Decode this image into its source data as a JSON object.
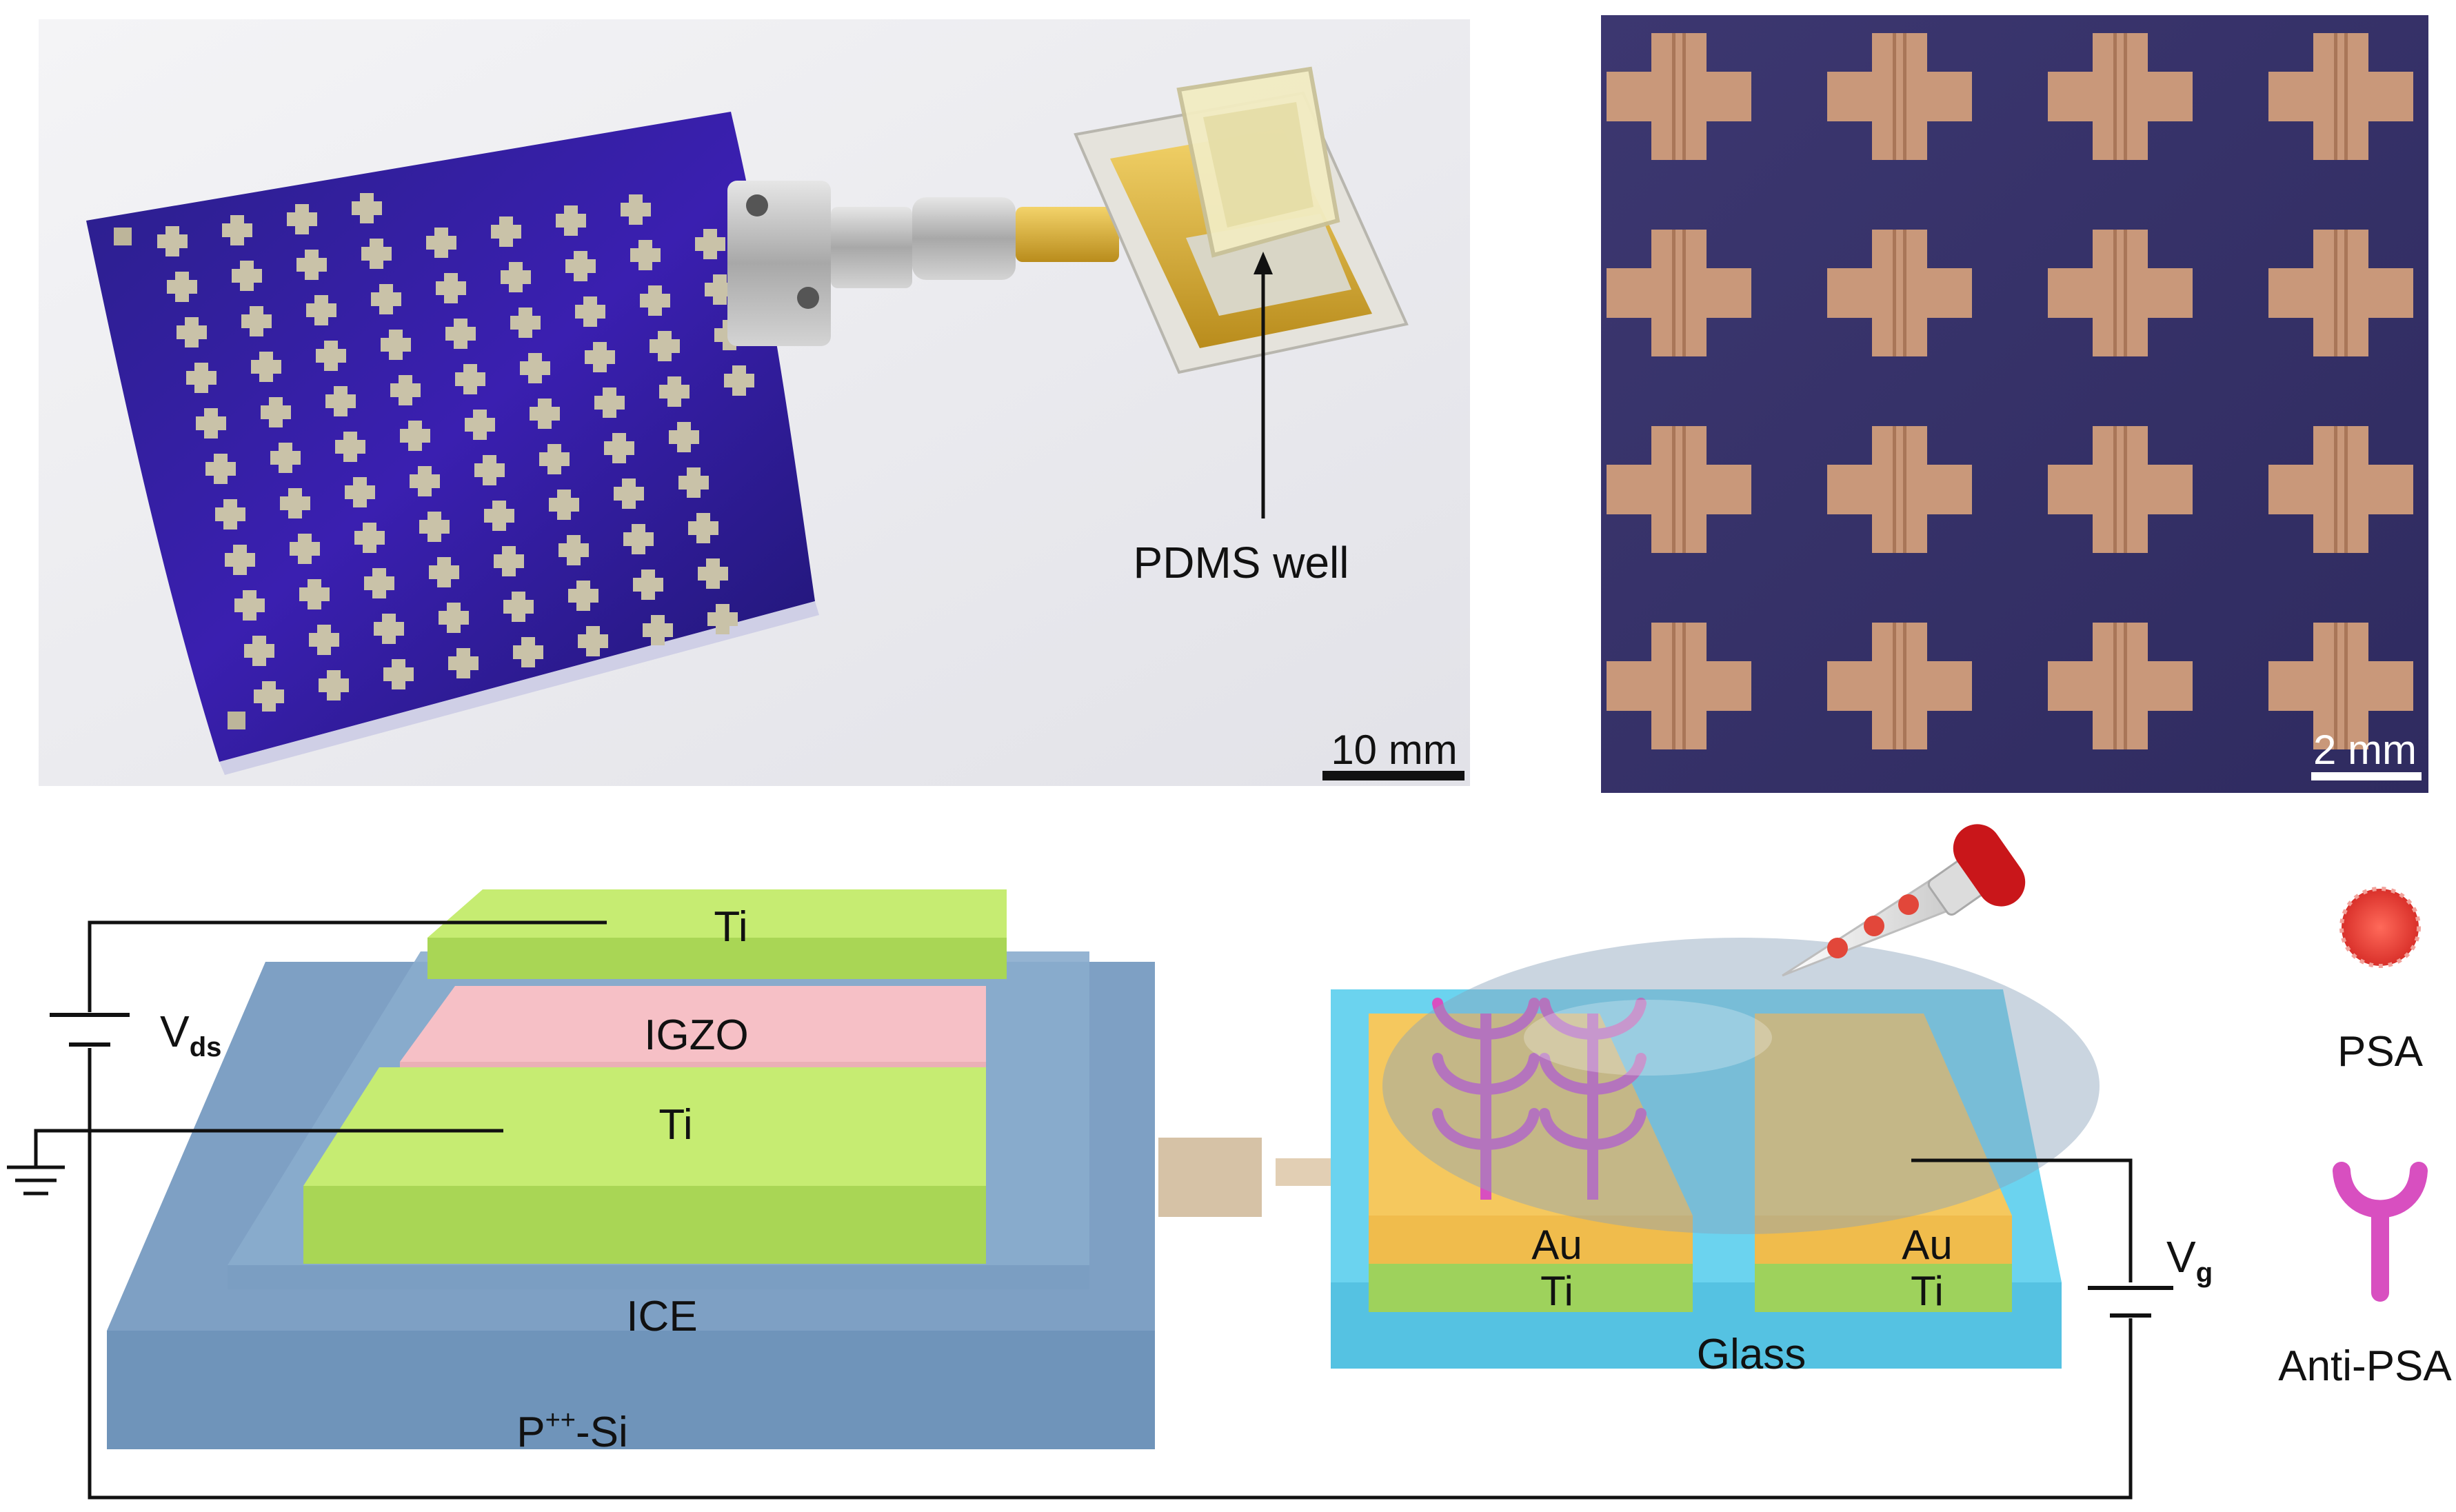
{
  "photo_panel": {
    "callout": "PDMS well",
    "scale_bar": "10 mm"
  },
  "micrograph_panel": {
    "scale_bar": "2 mm"
  },
  "schematic": {
    "tft": {
      "ti_top": "Ti",
      "igzo": "IGZO",
      "ti_bottom": "Ti",
      "ice": "ICE",
      "substrate_main": "P",
      "substrate_sup": "++",
      "substrate_tail": "-Si"
    },
    "sensor": {
      "au_left": "Au",
      "ti_left": "Ti",
      "au_right": "Au",
      "ti_right": "Ti",
      "glass": "Glass"
    },
    "vds_main": "V",
    "vds_sub": "ds",
    "vg_main": "V",
    "vg_sub": "g",
    "legend": {
      "psa": "PSA",
      "anti_psa": "Anti-PSA"
    }
  }
}
